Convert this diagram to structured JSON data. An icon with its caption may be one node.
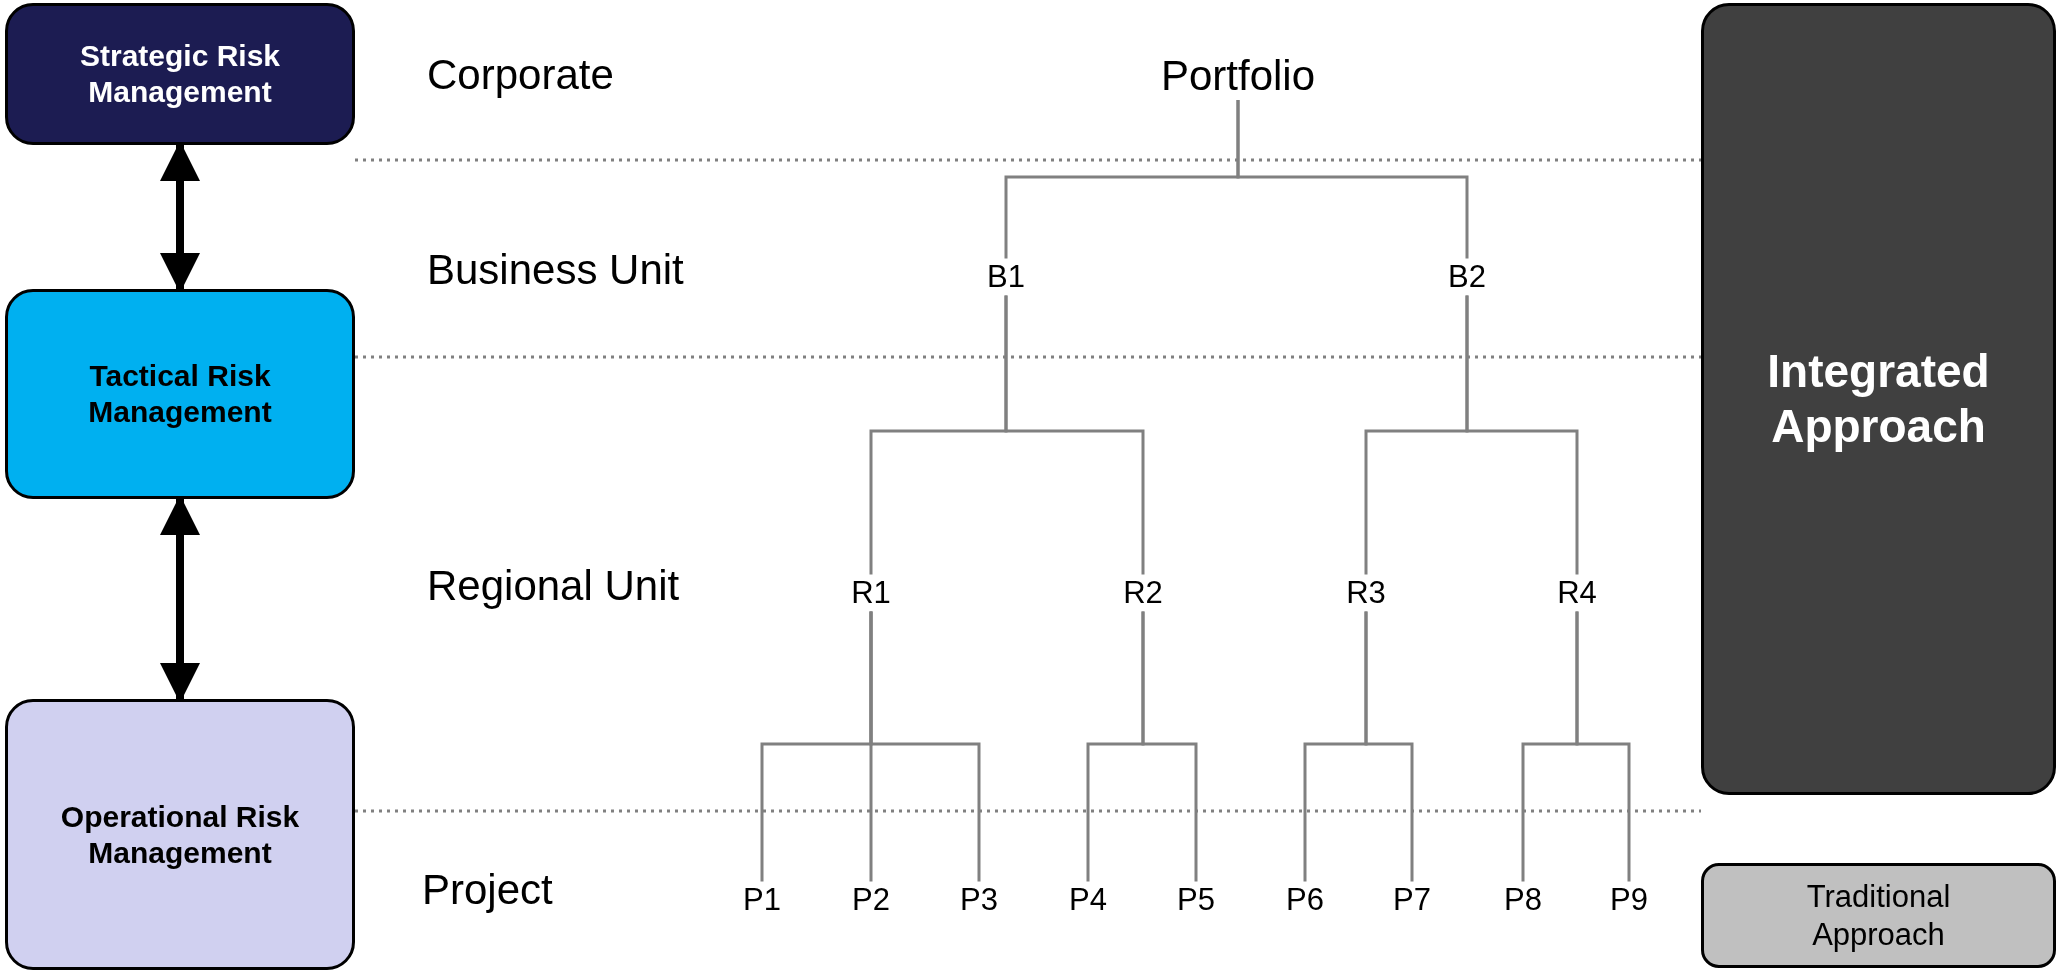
{
  "diagram": {
    "nodes": [
      {
        "text": [
          "Strategic Risk Management"
        ]
      },
      {
        "text": [
          "Tactical Risk Management"
        ]
      },
      {
        "text": [
          "Operational Risk Management"
        ]
      },
      {
        "text": [
          "Portfolio"
        ]
      },
      {
        "text": [
          "B1"
        ]
      },
      {
        "text": [
          "B2"
        ]
      },
      {
        "text": [
          "R1"
        ]
      },
      {
        "text": [
          "R2"
        ]
      },
      {
        "text": [
          "R3"
        ]
      },
      {
        "text": [
          "R4"
        ]
      },
      {
        "text": [
          "P1"
        ]
      },
      {
        "text": [
          "P2"
        ]
      },
      {
        "text": [
          "P3"
        ]
      },
      {
        "text": [
          "P4"
        ]
      },
      {
        "text": [
          "P5"
        ]
      },
      {
        "text": [
          "P6"
        ]
      },
      {
        "text": [
          "P7"
        ]
      },
      {
        "text": [
          "P8"
        ]
      },
      {
        "text": [
          "P9"
        ]
      },
      {
        "text": [
          "Integrated Approach"
        ]
      },
      {
        "text": [
          "Traditional Approach"
        ]
      }
    ],
    "edges": [
      {
        "from": 0,
        "to": 1,
        "arrow": "both",
        "style": "thick",
        "color": "#000000"
      },
      {
        "from": 1,
        "to": 2,
        "arrow": "both",
        "style": "thick",
        "color": "#000000"
      },
      {
        "from": 3,
        "to": 4,
        "arrow": "none"
      },
      {
        "from": 3,
        "to": 5,
        "arrow": "none"
      },
      {
        "from": 4,
        "to": 6,
        "arrow": "none"
      },
      {
        "from": 4,
        "to": 7,
        "arrow": "none"
      },
      {
        "from": 5,
        "to": 8,
        "arrow": "none"
      },
      {
        "from": 5,
        "to": 9,
        "arrow": "none"
      },
      {
        "from": 6,
        "to": 10,
        "arrow": "none"
      },
      {
        "from": 6,
        "to": 11,
        "arrow": "none"
      },
      {
        "from": 6,
        "to": 12,
        "arrow": "none"
      },
      {
        "from": 7,
        "to": 13,
        "arrow": "none"
      },
      {
        "from": 7,
        "to": 14,
        "arrow": "none"
      },
      {
        "from": 8,
        "to": 15,
        "arrow": "none"
      },
      {
        "from": 8,
        "to": 16,
        "arrow": "none"
      },
      {
        "from": 9,
        "to": 17,
        "arrow": "none"
      },
      {
        "from": 9,
        "to": 18,
        "arrow": "none"
      }
    ],
    "labels": [
      "Corporate",
      "Business Unit",
      "Regional Unit",
      "Project"
    ]
  }
}
